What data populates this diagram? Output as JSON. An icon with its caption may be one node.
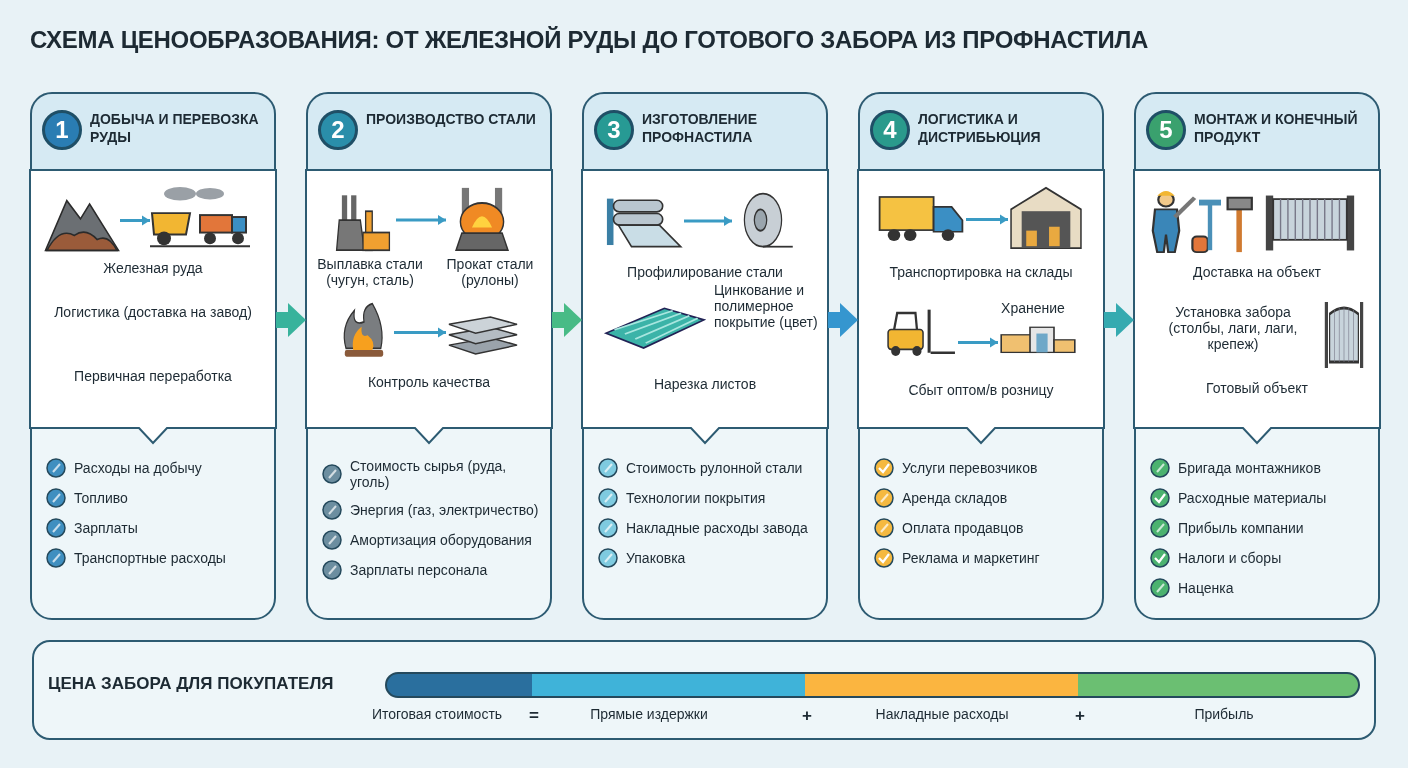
{
  "diagram": {
    "title": "СХЕМА ЦЕНООБРАЗОВАНИЯ: ОТ ЖЕЛЕЗНОЙ РУДЫ ДО ГОТОВОГО ЗАБОРА ИЗ ПРОФНАСТИЛА",
    "nodes": [
      {
        "text": [
          "1",
          "ДОБЫЧА И ПЕРЕВОЗКА РУДЫ",
          "Расходы на добычу",
          "Топливо",
          "Зарплаты",
          "Транспортные расходы"
        ]
      },
      {
        "text": [
          "Железная руда",
          "Логистика (доставка на завод)",
          "Первичная переработка"
        ],
        "in": 0
      },
      {
        "text": [],
        "shape": "picture",
        "in": 1
      },
      {
        "text": [],
        "shape": "picture",
        "in": 1
      },
      {
        "text": [
          "2",
          "ПРОИЗВОДСТВО СТАЛИ",
          "Стоимость сырья (руда, уголь)",
          "Энергия (газ, электричество)",
          "Амортизация оборудования",
          "Зарплаты персонала"
        ]
      },
      {
        "text": [
          "Выплавка стали (чугун, сталь)",
          "Прокат стали (рулоны)",
          "Контроль качества"
        ],
        "in": 4
      },
      {
        "text": [],
        "shape": "picture",
        "in": 5
      },
      {
        "text": [],
        "shape": "picture",
        "in": 5
      },
      {
        "text": [],
        "shape": "picture",
        "in": 5
      },
      {
        "text": [],
        "shape": "picture",
        "in": 5
      },
      {
        "text": [
          "3",
          "ИЗГОТОВЛЕНИЕ ПРОФНАСТИЛА",
          "Стоимость рулонной стали",
          "Технологии покрытия",
          "Накладные расходы завода",
          "Упаковка"
        ]
      },
      {
        "text": [
          "Профилирование стали",
          "Цинкование и полимерное покрытие (цвет)",
          "Нарезка листов"
        ],
        "in": 10
      },
      {
        "text": [],
        "shape": "picture",
        "in": 11
      },
      {
        "text": [],
        "shape": "picture",
        "in": 11
      },
      {
        "text": [],
        "shape": "picture",
        "in": 11
      },
      {
        "text": [
          "4",
          "ЛОГИСТИКА И ДИСТРИБЬЮЦИЯ",
          "Услуги перевозчиков",
          "Аренда складов",
          "Оплата продавцов",
          "Реклама и маркетинг"
        ]
      },
      {
        "text": [
          "Транспортировка на склады",
          "Хранение",
          "Сбыт оптом/в розницу"
        ],
        "in": 15
      },
      {
        "text": [],
        "shape": "picture",
        "in": 16
      },
      {
        "text": [],
        "shape": "picture",
        "in": 16
      },
      {
        "text": [],
        "shape": "picture",
        "in": 16
      },
      {
        "text": [],
        "shape": "picture",
        "in": 16
      },
      {
        "text": [
          "5",
          "МОНТАЖ И КОНЕЧНЫЙ ПРОДУКТ",
          "Бригада монтажников",
          "Расходные материалы",
          "Прибыль компании",
          "Налоги и сборы",
          "Наценка"
        ]
      },
      {
        "text": [
          "Доставка на объект",
          "Установка забора (столбы, лаги, лаги, крепеж)",
          "Готовый объект"
        ],
        "in": 21
      },
      {
        "text": [],
        "shape": "picture",
        "in": 22
      },
      {
        "text": [],
        "shape": "picture",
        "in": 22
      },
      {
        "text": [],
        "shape": "picture",
        "in": 22
      },
      {
        "text": [
          "ЦЕНА ЗАБОРА ДЛЯ ПОКУПАТЕЛЯ",
          "Итоговая стоимость",
          "=",
          "Прямые издержки",
          "+",
          "Накладные расходы",
          "+",
          "Прибыль"
        ]
      }
    ],
    "edges": [
      {
        "from": 2,
        "to": 3,
        "arrow": "to"
      },
      {
        "from": 6,
        "to": 7,
        "arrow": "to"
      },
      {
        "from": 8,
        "to": 9,
        "arrow": "to"
      },
      {
        "from": 12,
        "to": 13,
        "arrow": "to"
      },
      {
        "from": 17,
        "to": 18,
        "arrow": "to"
      },
      {
        "from": 19,
        "to": 20,
        "arrow": "to"
      },
      {
        "from": 0,
        "to": 4,
        "arrow": "to",
        "style": "thick"
      },
      {
        "from": 4,
        "to": 10,
        "arrow": "to",
        "style": "thick"
      },
      {
        "from": 10,
        "to": 15,
        "arrow": "to",
        "style": "thick"
      },
      {
        "from": 15,
        "to": 21,
        "arrow": "to",
        "style": "thick"
      }
    ]
  }
}
